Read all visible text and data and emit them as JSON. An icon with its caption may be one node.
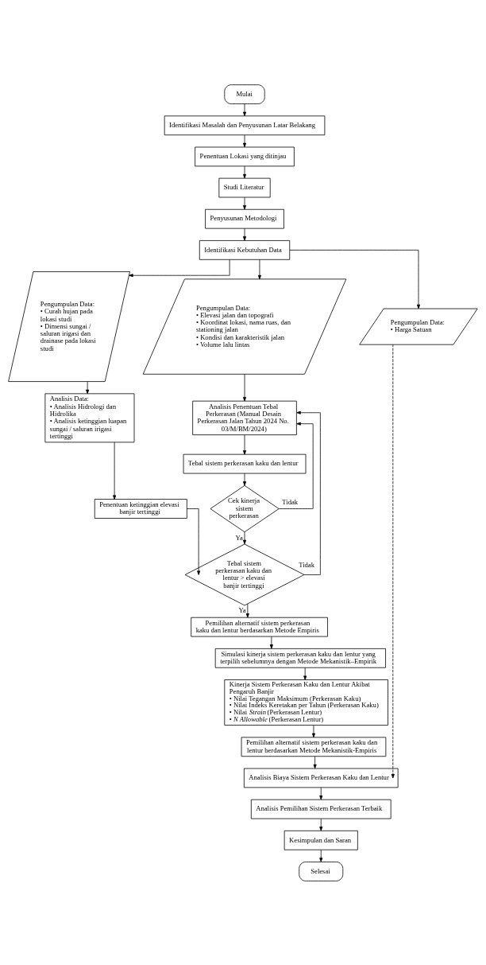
{
  "diagram": {
    "nodes": [
      {
        "text": [
          "Mulai"
        ]
      },
      {
        "text": [
          "Identifikasi Masalah dan Penyusunan Latar Belakang"
        ]
      },
      {
        "text": [
          "Penentuan Lokasi yang ditinjau"
        ]
      },
      {
        "text": [
          "Studi Literatur"
        ]
      },
      {
        "text": [
          "Penyusunan Metodologi"
        ]
      },
      {
        "text": [
          "Identifikasi Kebutuhan Data"
        ]
      },
      {
        "text": [
          "Pengumpulan Data:",
          "• Curah hujan pada lokasi studi",
          "• Dimensi sungai / saluran irigasi dan drainase pada lokasi studi"
        ]
      },
      {
        "text": [
          "Pengumpulan Data:",
          "• Elevasi jalan dan topografi",
          "• Koordinat lokasi, nama ruas, dan stationing jalan",
          "• Kondisi dan karakteristik jalan",
          "• Volume lalu lintas"
        ]
      },
      {
        "text": [
          "Pengumpulan Data:",
          "• Harga Satuan"
        ]
      },
      {
        "text": [
          "Analisis Data:",
          "• Analisis Hidrologi dan Hidrolika",
          "• Analisis ketinggian luapan sungai / saluran irigasi tertinggi"
        ]
      },
      {
        "text": [
          "Penentuan ketinggian elevasi banjir tertinggi"
        ]
      },
      {
        "text": [
          "Analisis Penentuan Tebal Perkerasan (Manual Desain Perkerasan Jalan Tahun 2024 No. 03/M/BM/2024)"
        ]
      },
      {
        "text": [
          "Tebal sistem perkerasan kaku dan lentur"
        ]
      },
      {
        "text": [
          "Cek kinerja sistem perkerasan"
        ]
      },
      {
        "text": [
          "Tebal sistem perkerasan kaku dan lentur > elevasi banjir tertinggi"
        ]
      },
      {
        "text": [
          "Pemilihan alternatif sistem perkerasan kaku dan lentur berdasarkan Metode Empiris"
        ]
      },
      {
        "text": [
          "Simulasi kinerja sistem perkerasan kaku dan lentur yang terpilih sebelumnya dengan Metode Mekanistik–Empirik"
        ]
      },
      {
        "text": [
          "Kinerja Sistem Perkerasan Kaku dan Lentur Akibat Pengaruh Banjir",
          "• Nilai Tegangan Maksimum (Perkerasan Kaku)",
          "• Nilai Indeks Keretakan per Tahun (Perkerasan Kaku)",
          "• Nilai *Strain* (Perkerasan Lentur)",
          "• *N Allowable* (Perkerasan Lentur)"
        ]
      },
      {
        "text": [
          "Pemilihan alternatif sistem perkerasan kaku dan lentur berdasarkan Metode Mekanistik-Empiris"
        ]
      },
      {
        "text": [
          "Analisis Biaya Sistem Perkerasan Kaku dan Lentur"
        ]
      },
      {
        "text": [
          "Analisis Pemilihan Sistem Perkerasan Terbaik"
        ]
      },
      {
        "text": [
          "Kesimpulan dan Saran"
        ]
      },
      {
        "text": [
          "Selesai"
        ]
      }
    ],
    "edges": [
      {
        "from": 0,
        "to": 1,
        "arrow": "to"
      },
      {
        "from": 1,
        "to": 2,
        "arrow": "to"
      },
      {
        "from": 2,
        "to": 3,
        "arrow": "to"
      },
      {
        "from": 3,
        "to": 4,
        "arrow": "to"
      },
      {
        "from": 4,
        "to": 5,
        "arrow": "to"
      },
      {
        "from": 5,
        "to": 6,
        "arrow": "to"
      },
      {
        "from": 5,
        "to": 7,
        "arrow": "to"
      },
      {
        "from": 5,
        "to": 8,
        "arrow": "to"
      },
      {
        "from": 6,
        "to": 9,
        "arrow": "to"
      },
      {
        "from": 9,
        "to": 10,
        "arrow": "to"
      },
      {
        "from": 7,
        "to": 11,
        "arrow": "to"
      },
      {
        "from": 11,
        "to": 12,
        "arrow": "to"
      },
      {
        "from": 12,
        "to": 13,
        "arrow": "to"
      },
      {
        "from": 13,
        "to": 11,
        "arrow": "to",
        "label": "Tidak"
      },
      {
        "from": 13,
        "to": 14,
        "arrow": "to",
        "label": "Ya"
      },
      {
        "from": 10,
        "to": 14,
        "arrow": "to"
      },
      {
        "from": 14,
        "to": 11,
        "arrow": "to",
        "label": "Tidak"
      },
      {
        "from": 14,
        "to": 15,
        "arrow": "to",
        "label": "Ya"
      },
      {
        "from": 15,
        "to": 16,
        "arrow": "to"
      },
      {
        "from": 16,
        "to": 17,
        "arrow": "to"
      },
      {
        "from": 17,
        "to": 18,
        "arrow": "to"
      },
      {
        "from": 18,
        "to": 19,
        "arrow": "to"
      },
      {
        "from": 8,
        "to": 19,
        "arrow": "to",
        "style": "dashed"
      },
      {
        "from": 19,
        "to": 20,
        "arrow": "to"
      },
      {
        "from": 20,
        "to": 21,
        "arrow": "to"
      },
      {
        "from": 21,
        "to": 22,
        "arrow": "to"
      }
    ]
  }
}
